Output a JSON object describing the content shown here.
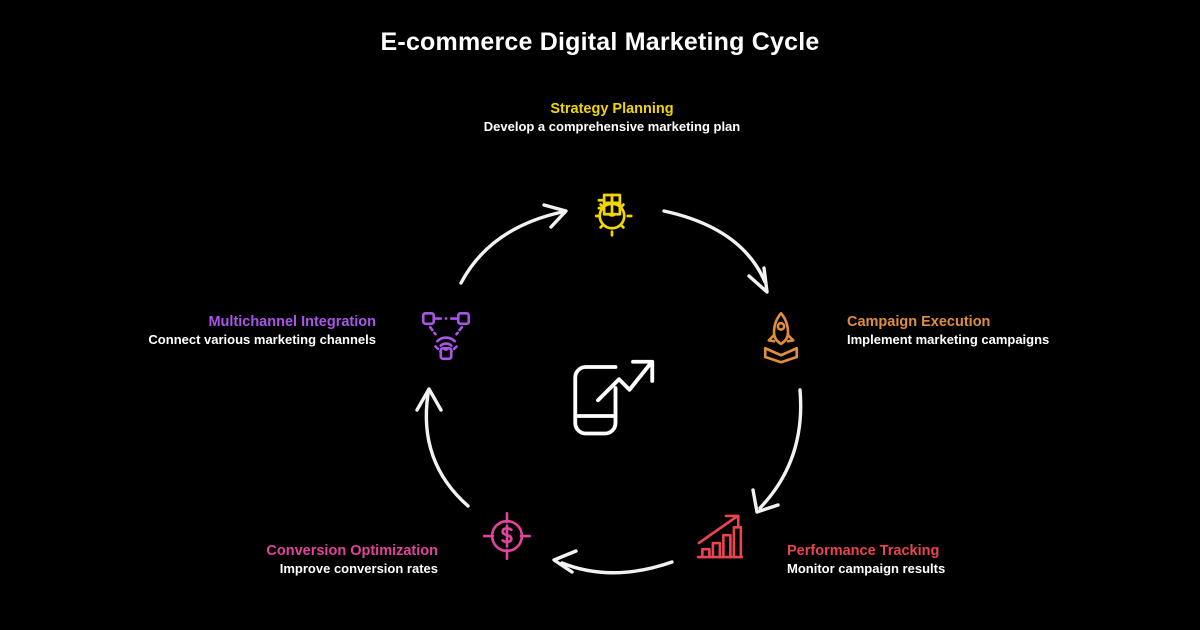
{
  "page": {
    "title": "E-commerce Digital Marketing Cycle",
    "background_color": "#000000",
    "text_color": "#ffffff"
  },
  "center": {
    "icon": "mobile-growth-chart-icon",
    "color": "#ffffff"
  },
  "cycle": {
    "direction": "clockwise",
    "arrow_color": "#f2f2f2",
    "stages": [
      {
        "id": "strategy-planning",
        "title": "Strategy Planning",
        "description": "Develop a comprehensive marketing plan",
        "color": "#f2d600",
        "icon": "gear-chart-icon",
        "position": "top"
      },
      {
        "id": "campaign-execution",
        "title": "Campaign Execution",
        "description": "Implement marketing campaigns",
        "color": "#e08e3c",
        "icon": "rocket-launch-icon",
        "position": "right"
      },
      {
        "id": "performance-tracking",
        "title": "Performance Tracking",
        "description": "Monitor campaign results",
        "color": "#e8454f",
        "icon": "bar-chart-growth-icon",
        "position": "bottom-right"
      },
      {
        "id": "conversion-optimization",
        "title": "Conversion Optimization",
        "description": "Improve conversion rates",
        "color": "#e0459b",
        "icon": "target-dollar-icon",
        "position": "bottom-left"
      },
      {
        "id": "multichannel-integration",
        "title": "Multichannel Integration",
        "description": "Connect various marketing channels",
        "color": "#a855e8",
        "icon": "network-wifi-nodes-icon",
        "position": "left"
      }
    ]
  }
}
